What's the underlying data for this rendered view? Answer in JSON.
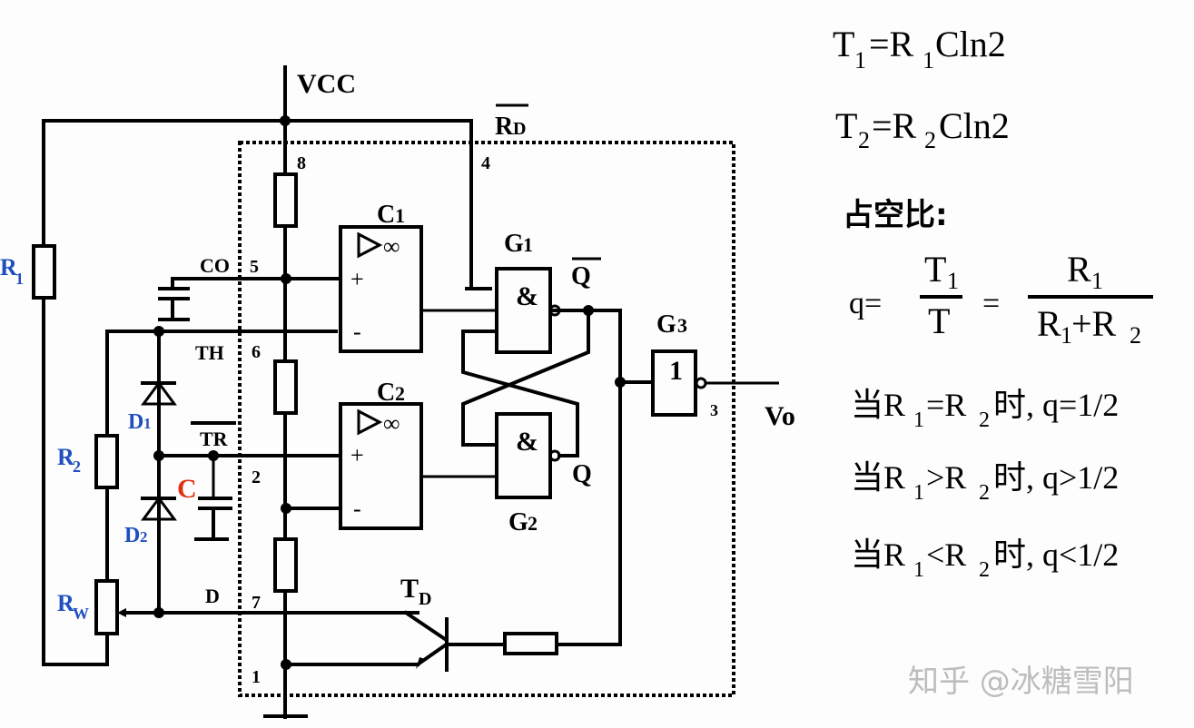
{
  "schematic": {
    "vcc": "VCC",
    "rd_bar": "R",
    "rd_sub": "D",
    "pins": {
      "p8": "8",
      "p4": "4",
      "p5": "5",
      "p6": "6",
      "p2": "2",
      "p7": "7",
      "p1": "1",
      "p3": "3"
    },
    "co": "CO",
    "th": "TH",
    "tr": "TR",
    "d_node": "D",
    "c1": "C",
    "c1_sub": "1",
    "c2": "C",
    "c2_sub": "2",
    "g1": "G",
    "g1_sub": "1",
    "g2": "G",
    "g2_sub": "2",
    "g3": "G",
    "g3_sub": "3",
    "and_symbol": "&",
    "not_symbol": "1",
    "infinity": "∞",
    "plus": "+",
    "minus": "-",
    "q_bar": "Q",
    "q": "Q",
    "vo": "Vo",
    "td": "T",
    "td_sub": "D",
    "r1": "R",
    "r1_sub": "1",
    "r2": "R",
    "r2_sub": "2",
    "rw": "R",
    "rw_sub": "W",
    "d1": "D",
    "d1_sub": "1",
    "d2": "D",
    "d2_sub": "2",
    "cap": "C",
    "colors": {
      "component_label": "#1f4fbf",
      "capacitor_label": "#e03010",
      "wire": "#000000"
    }
  },
  "formulas": {
    "t1": {
      "lhs": "T",
      "lhs_sub": "1",
      "eq": "=R",
      "r_sub": "1",
      "rest": "Cln2"
    },
    "t2": {
      "lhs": "T",
      "lhs_sub": "2",
      "eq": "=R",
      "r_sub": "2",
      "rest": "Cln2"
    },
    "duty_label": "占空比:",
    "q_eq": "q=",
    "frac1_num": "T",
    "frac1_num_sub": "1",
    "frac1_den": "T",
    "eq2": "=",
    "frac2_num": "R",
    "frac2_num_sub": "1",
    "frac2_den_a": "R",
    "frac2_den_a_sub": "1",
    "frac2_den_plus": "+R",
    "frac2_den_b_sub": "2",
    "cases": [
      {
        "pre": "当R",
        "s1": "1",
        "op": "=R",
        "s2": "2",
        "post": "时, q=1/2"
      },
      {
        "pre": "当R",
        "s1": "1",
        "op": ">R",
        "s2": "2",
        "post": "时, q>1/2"
      },
      {
        "pre": "当R",
        "s1": "1",
        "op": "<R",
        "s2": "2",
        "post": "时, q<1/2"
      }
    ]
  },
  "watermark": "知乎 @冰糖雪阳"
}
